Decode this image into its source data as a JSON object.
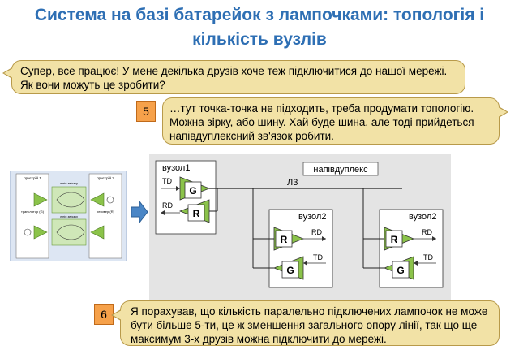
{
  "title": "Система на базі батарейок з лампочками: топологія і кількість вузлів",
  "bubble1": {
    "text": "Супер, все працює! У мене декілька друзів хоче теж підключитися до нашої мережі. Як вони можуть це зробити?"
  },
  "step5": {
    "number": "5",
    "text": "…тут точка-точка не підходить, треба продумати топологію. Можна зірку, або шину. Хай буде шина, але тоді прийдеться напівдуплексний зв'язок робити."
  },
  "step6": {
    "number": "6",
    "text": "Я порахував, що кількість паралельно підключених лампочок не може бути більше 5-ти, це ж зменшення загального опору лінії, так що ще максимум 3-х друзів можна підключити до мережі."
  },
  "diagram": {
    "mode_label": "напівдуплекс",
    "line_label": "Л3",
    "node1_label": "вузол1",
    "node2_label": "вузол2",
    "node3_label": "вузол2",
    "gen_label": "G",
    "recv_label": "R",
    "td_label": "TD",
    "rd_label": "RD"
  },
  "thumbnail": {
    "device1": "пристрій 1",
    "device2": "пристрій 2",
    "line1": "лінія зв'язку",
    "line2": "лінія зв'язку",
    "tx": "транслятор (G)",
    "rx": "ресивер (R)"
  },
  "colors": {
    "title": "#2e6fb4",
    "bubble": "#f2e2a6",
    "number_box": "#f6a14a",
    "triangle": "#8bc34a",
    "diagram_bg": "#e4e4e4",
    "arrow": "#4a86c6"
  }
}
